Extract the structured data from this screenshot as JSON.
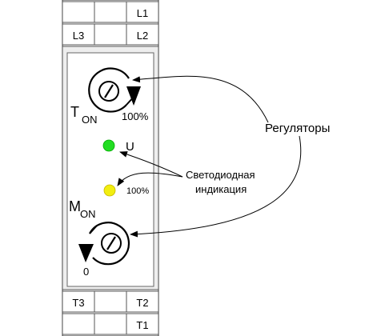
{
  "terminals": {
    "top_row1": [
      "",
      "",
      "L1"
    ],
    "top_row2": [
      "L3",
      "",
      "L2"
    ],
    "bottom_row1": [
      "T3",
      "",
      "T2"
    ],
    "bottom_row2": [
      "",
      "",
      "T1"
    ]
  },
  "knob_top": {
    "label_main": "T",
    "label_sub": "ON",
    "value": "100%"
  },
  "knob_bottom": {
    "label_main": "M",
    "label_sub": "ON",
    "value": "0"
  },
  "leds": {
    "green": {
      "label": "U",
      "color": "#22dd22"
    },
    "yellow": {
      "label": "100%",
      "color": "#f2ee10"
    }
  },
  "callouts": {
    "regulators": "Регуляторы",
    "led_line1": "Светодиодная",
    "led_line2": "индикация"
  }
}
